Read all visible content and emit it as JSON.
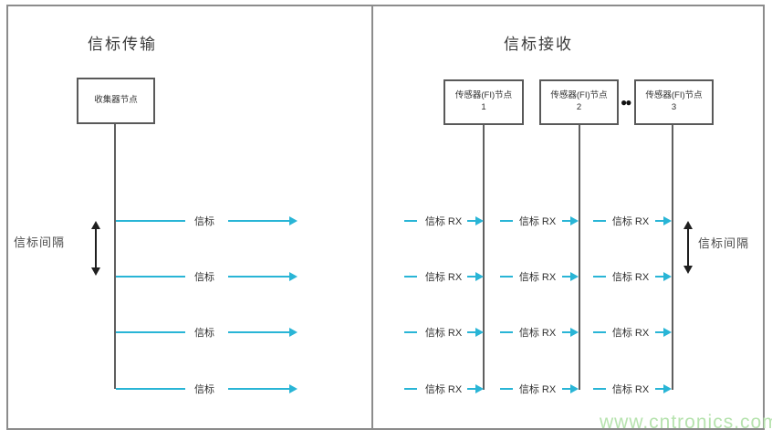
{
  "colors": {
    "accent": "#29b5d6",
    "box-border": "#595959",
    "text": "#3c3c3c",
    "watermark": "#b7e3af"
  },
  "left_panel": {
    "title": "信标传输",
    "collector_node_label": "收集器节点",
    "beacon_label": "信标",
    "interval_label": "信标间隔"
  },
  "right_panel": {
    "title": "信标接收",
    "sensor_node_label": "传感器(FI)节点",
    "node_numbers": [
      "1",
      "2",
      "3"
    ],
    "ellipsis": "●●",
    "beacon_rx_label": "信标 RX",
    "interval_label": "信标间隔"
  },
  "watermark": "www.cntronics.com"
}
